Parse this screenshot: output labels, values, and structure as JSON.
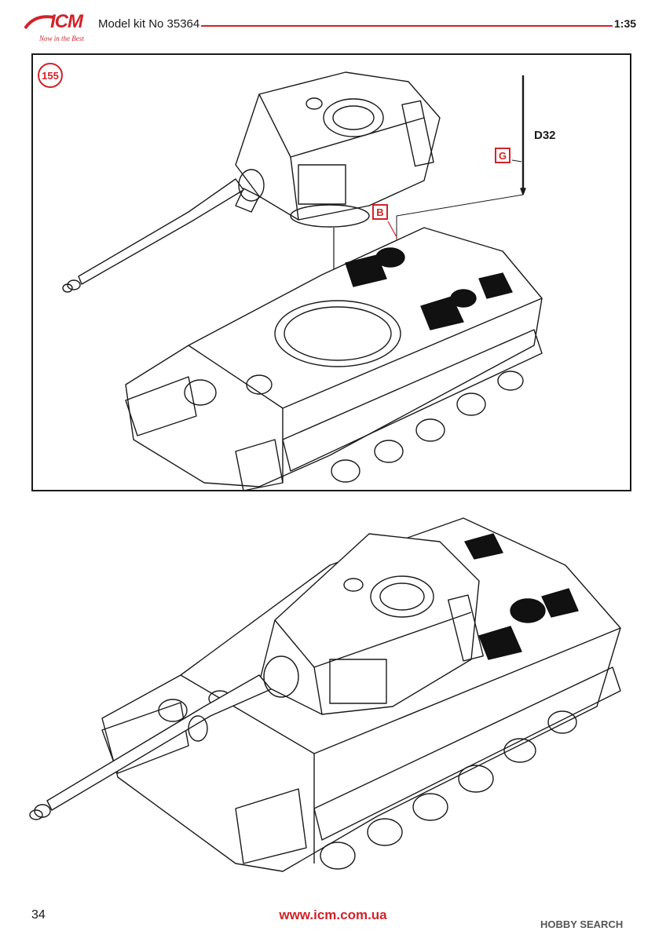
{
  "header": {
    "logo": "ICM",
    "logo_tagline": "Now in the Best",
    "kit_title": "Model kit No 35364",
    "scale": "1:35"
  },
  "step": {
    "number": "155",
    "part_label": "D32",
    "callouts": [
      "G",
      "B"
    ]
  },
  "footer": {
    "page_number": "34",
    "website": "www.icm.com.ua",
    "watermark": "HOBBY SEARCH"
  },
  "colors": {
    "accent": "#d1232a",
    "line": "#1a1a1a",
    "vent": "#111111"
  }
}
